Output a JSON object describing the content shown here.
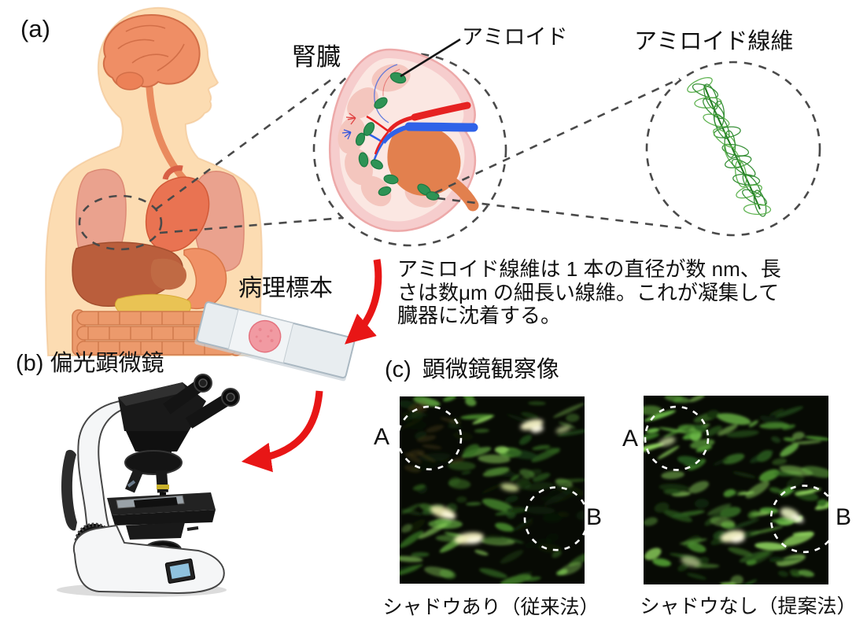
{
  "panel_a": {
    "label": "(a)"
  },
  "panel_b": {
    "label": "(b)",
    "title": "偏光顕微鏡"
  },
  "panel_c": {
    "label": "(c)",
    "title": "顕微鏡観察像"
  },
  "labels": {
    "kidney": "腎臓",
    "amyloid": "アミロイド",
    "amyloid_fibril": "アミロイド線維",
    "specimen": "病理標本"
  },
  "description": {
    "line1": "アミロイド線維は 1 本の直径が数 nm、長",
    "line2": "さは数μm の細長い線維。これが凝集して",
    "line3": "臓器に沈着する。"
  },
  "micrographs": {
    "left": {
      "marker_top": "A",
      "marker_bottom": "B",
      "caption": "シャドウあり（従来法）"
    },
    "right": {
      "marker_top": "A",
      "marker_bottom": "B",
      "caption": "シャドウなし（提案法）"
    }
  },
  "colors": {
    "arrow": "#e81616",
    "amyloid_deposit_green": "#2e9355",
    "fibril_green": "#2e8b2e",
    "annotation_dash": "#4a4a4a"
  }
}
